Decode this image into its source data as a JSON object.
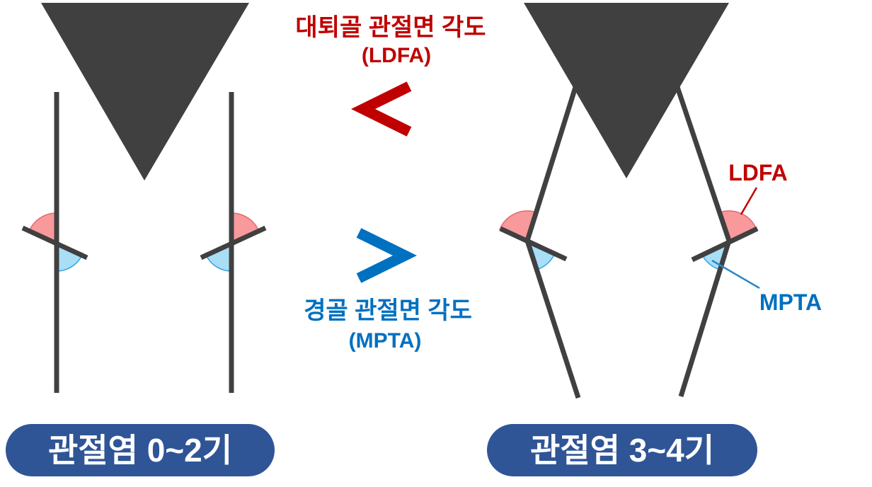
{
  "colors": {
    "bone_gray": "#404040",
    "accent_red": "#C00000",
    "accent_blue": "#0070C0",
    "ldfa_arc_fill": "#F8999C",
    "ldfa_arc_stroke": "#E4696E",
    "mpta_arc_fill": "#A8DFF7",
    "mpta_arc_stroke": "#35A3DC",
    "pill_blue": "#2F5597",
    "pill_text": "#FFFFFF",
    "background": "#FFFFFF"
  },
  "center": {
    "femur_title": "대퇴골 관절면 각도",
    "femur_abbr": "(LDFA)",
    "less_than": "<",
    "greater_than": ">",
    "tibia_title": "경골 관절면 각도",
    "tibia_abbr": "(MPTA)"
  },
  "right_figure": {
    "ldfa_label": "LDFA",
    "mpta_label": "MPTA"
  },
  "pills": {
    "left_label": "관절염 0~2기",
    "right_label": "관절염 3~4기"
  }
}
